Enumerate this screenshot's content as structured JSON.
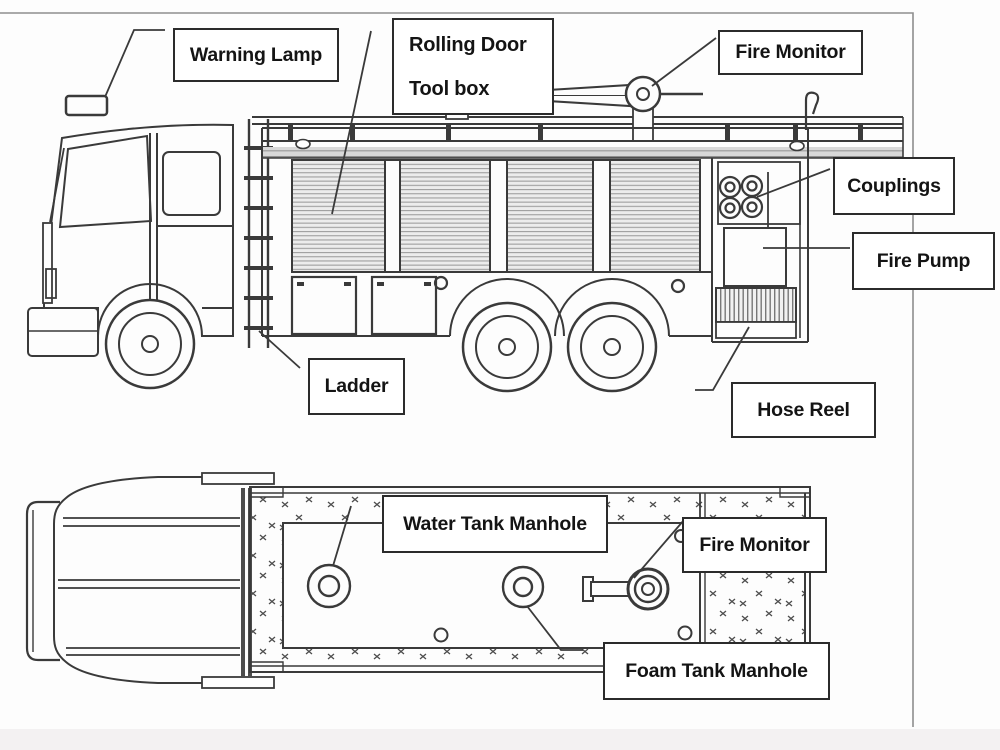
{
  "diagram": {
    "subject": "fire-truck-parts-diagram",
    "labels": {
      "warning_lamp": "Warning Lamp",
      "rolling_door": "Rolling Door",
      "tool_box": "Tool box",
      "fire_monitor_side": "Fire Monitor",
      "couplings": "Couplings",
      "fire_pump": "Fire Pump",
      "ladder": "Ladder",
      "hose_reel": "Hose Reel",
      "water_tank_manhole": "Water Tank Manhole",
      "fire_monitor_top": "Fire Monitor",
      "foam_tank_manhole": "Foam Tank Manhole"
    },
    "colors": {
      "background": "#fdfdfd",
      "line": "#3a3a3a",
      "label_border": "#2b2b2b",
      "label_background": "#ffffff",
      "page_frame": "#8e8e8e",
      "shutter_fill": "#ececec",
      "bottom_strip": "#f3f1f2"
    }
  }
}
